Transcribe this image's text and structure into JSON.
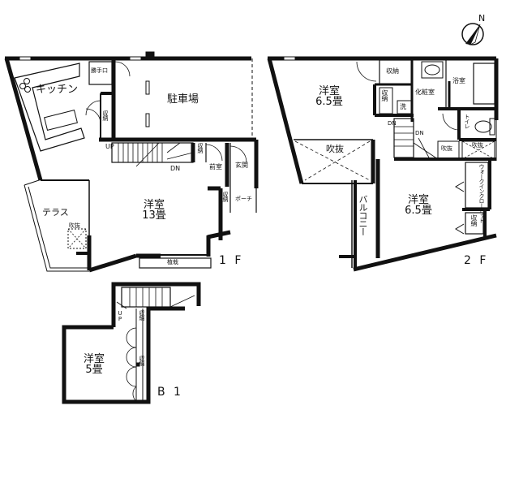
{
  "compass": {
    "label": "N",
    "icon": "north-arrow-icon"
  },
  "floors": {
    "f1": {
      "label": "1 F",
      "rooms": {
        "kitchen": "キッチン",
        "back_door": "勝手口",
        "storage_kitchen": "収納",
        "parking": "駐車場",
        "western_room": "洋室",
        "western_room_size": "13畳",
        "terrace": "テラス",
        "void_terrace": "吹抜",
        "storage_stairs": "収納",
        "anteroom": "前室",
        "entrance": "玄関",
        "storage_entrance": "収納",
        "porch": "ポーチ",
        "planting": "植栽",
        "stairs_up": "UP",
        "stairs_down": "DN"
      }
    },
    "f2": {
      "label": "2 F",
      "rooms": {
        "western_room_a": "洋室",
        "western_room_a_size": "6.5畳",
        "storage_a1": "収納",
        "storage_a2": "収納",
        "vanity": "化粧室",
        "laundry": "洗",
        "bathroom": "浴室",
        "toilet": "トイレ",
        "void_main": "吹抜",
        "void_small_1": "吹抜",
        "void_small_2": "吹抜",
        "stairs_down_1": "DN",
        "stairs_down_2": "DN",
        "balcony": "バルコニー",
        "western_room_b": "洋室",
        "western_room_b_size": "6.5畳",
        "walk_in_closet": "ウォークインクローゼット",
        "storage_b": "収納"
      }
    },
    "b1": {
      "label": "B 1",
      "rooms": {
        "western_room": "洋室",
        "western_room_size": "5畳",
        "storage_1": "収納",
        "storage_2": "収納",
        "stairs_up": "UP"
      }
    }
  }
}
